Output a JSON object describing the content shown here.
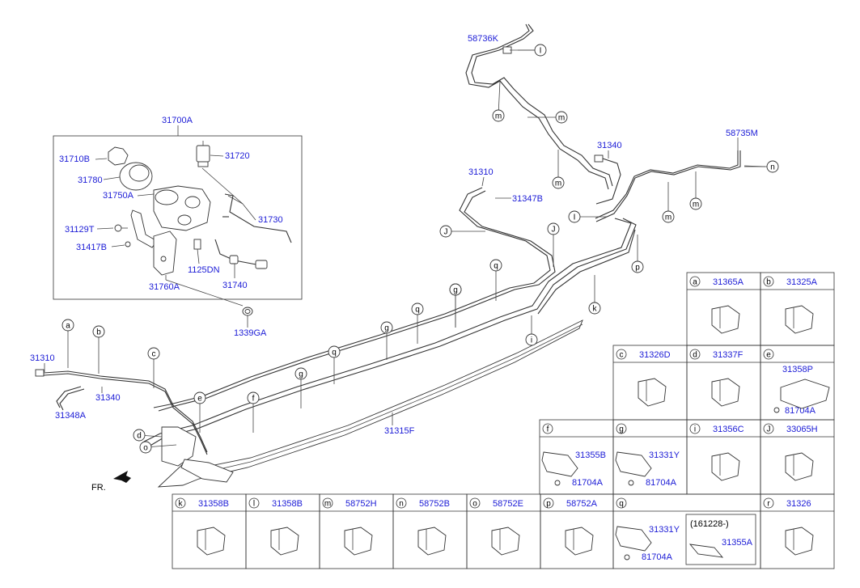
{
  "labels": {
    "p31700A": "31700A",
    "p31710B": "31710B",
    "p31720": "31720",
    "p31780": "31780",
    "p31750A": "31750A",
    "p31730": "31730",
    "p31129T": "31129T",
    "p31417B": "31417B",
    "p1125DN": "1125DN",
    "p31740": "31740",
    "p31760A": "31760A",
    "p1339GA": "1339GA",
    "p58736K": "58736K",
    "p31340a": "31340",
    "p58735M": "58735M",
    "p31310a": "31310",
    "p31347B": "31347B",
    "p31310b": "31310",
    "p31340b": "31340",
    "p31348A": "31348A",
    "p31315F": "31315F",
    "fr": "FR."
  },
  "callouts": [
    "a",
    "b",
    "c",
    "d",
    "e",
    "f",
    "g",
    "g",
    "g",
    "q",
    "q",
    "q",
    "g",
    "i",
    "J",
    "J",
    "I",
    "I",
    "k",
    "p",
    "m",
    "m",
    "m",
    "m",
    "m",
    "n",
    "o",
    "r"
  ],
  "legend": {
    "a": {
      "key": "a",
      "part": "31365A"
    },
    "b": {
      "key": "b",
      "part": "31325A"
    },
    "c": {
      "key": "c",
      "part": "31326D"
    },
    "d": {
      "key": "d",
      "part": "31337F"
    },
    "e": {
      "key": "e",
      "part": "31358P",
      "sub": "81704A"
    },
    "f": {
      "key": "f",
      "part": "31355B",
      "sub": "81704A"
    },
    "g": {
      "key": "g",
      "part": "31331Y",
      "sub": "81704A"
    },
    "i": {
      "key": "i",
      "part": "31356C"
    },
    "J": {
      "key": "J",
      "part": "33065H"
    },
    "k": {
      "key": "k",
      "part": "31358B"
    },
    "l": {
      "key": "l",
      "part": "31358B"
    },
    "m": {
      "key": "m",
      "part": "58752H"
    },
    "n": {
      "key": "n",
      "part": "58752B"
    },
    "o": {
      "key": "o",
      "part": "58752E"
    },
    "p": {
      "key": "p",
      "part": "58752A"
    },
    "q": {
      "key": "q",
      "part": "31331Y",
      "sub": "81704A",
      "note": "(161228-)",
      "part2": "31355A"
    },
    "r": {
      "key": "r",
      "part": "31326"
    }
  }
}
